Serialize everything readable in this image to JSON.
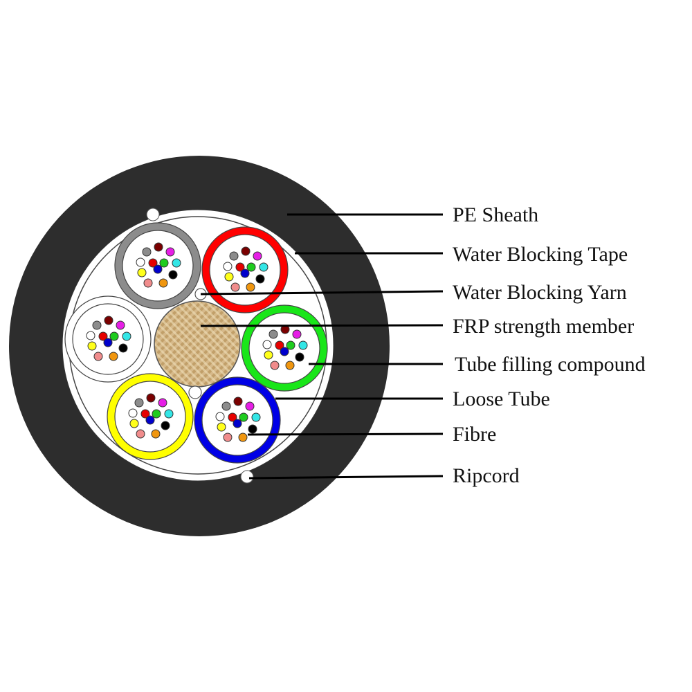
{
  "title": "Optical fibre cable cross-section",
  "labels": [
    {
      "id": "pe-sheath",
      "text": "PE Sheath"
    },
    {
      "id": "water-blocking-tape",
      "text": "Water Blocking Tape"
    },
    {
      "id": "water-blocking-yarn",
      "text": "Water Blocking Yarn"
    },
    {
      "id": "frp-strength-member",
      "text": "FRP strength member"
    },
    {
      "id": "tube-filling-compound",
      "text": "Tube filling compound"
    },
    {
      "id": "loose-tube",
      "text": "Loose Tube"
    },
    {
      "id": "fibre",
      "text": "Fibre"
    },
    {
      "id": "ripcord",
      "text": "Ripcord"
    }
  ],
  "colors": {
    "sheath": "#2d2d2d",
    "core": "#ffffff",
    "frp": "#c9a877",
    "frp_dark": "#8a6a3c",
    "leader": "#000000"
  },
  "loose_tubes": [
    {
      "name": "gray",
      "color": "#8c8c8c"
    },
    {
      "name": "red",
      "color": "#ff0000"
    },
    {
      "name": "white",
      "color": "#ffffff"
    },
    {
      "name": "green",
      "color": "#19e619"
    },
    {
      "name": "yellow",
      "color": "#ffff00"
    },
    {
      "name": "blue",
      "color": "#0000e6"
    }
  ],
  "fibre_colors": [
    {
      "name": "gray",
      "color": "#8c8c8c"
    },
    {
      "name": "brown",
      "color": "#7a0000"
    },
    {
      "name": "violet",
      "color": "#e61ee6"
    },
    {
      "name": "white",
      "color": "#ffffff"
    },
    {
      "name": "red",
      "color": "#e60000"
    },
    {
      "name": "green",
      "color": "#1ecc1e"
    },
    {
      "name": "aqua",
      "color": "#33e6e6"
    },
    {
      "name": "yellow",
      "color": "#ffff1a"
    },
    {
      "name": "blue",
      "color": "#0000cc"
    },
    {
      "name": "black",
      "color": "#000000"
    },
    {
      "name": "rose",
      "color": "#f08c8c"
    },
    {
      "name": "orange",
      "color": "#f0960f"
    }
  ]
}
